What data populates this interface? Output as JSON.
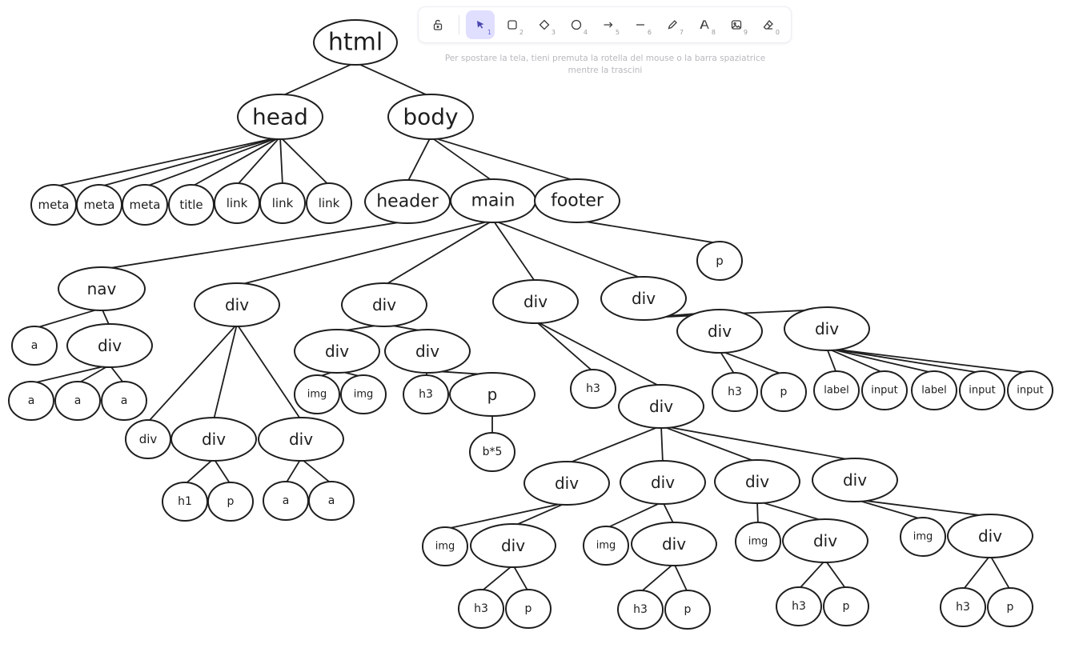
{
  "toolbar": {
    "tools": [
      {
        "id": "lock",
        "icon": "unlock-icon",
        "key": ""
      },
      {
        "id": "selection",
        "icon": "pointer-icon",
        "key": "1",
        "active": true
      },
      {
        "id": "rectangle",
        "icon": "rectangle-icon",
        "key": "2"
      },
      {
        "id": "diamond",
        "icon": "diamond-icon",
        "key": "3"
      },
      {
        "id": "ellipse",
        "icon": "ellipse-icon",
        "key": "4"
      },
      {
        "id": "arrow",
        "icon": "arrow-icon",
        "key": "5"
      },
      {
        "id": "line",
        "icon": "line-icon",
        "key": "6"
      },
      {
        "id": "draw",
        "icon": "pencil-icon",
        "key": "7"
      },
      {
        "id": "text",
        "icon": "text-icon",
        "key": "8"
      },
      {
        "id": "image",
        "icon": "image-icon",
        "key": "9"
      },
      {
        "id": "eraser",
        "icon": "eraser-icon",
        "key": "0"
      }
    ],
    "active_color": "#e0dfff"
  },
  "hint": "Per spostare la tela, tieni premuta la rotella del mouse o la barra spaziatrice mentre la trascini",
  "tree": {
    "nodes": [
      {
        "id": "html",
        "label": "html"
      },
      {
        "id": "head",
        "label": "head"
      },
      {
        "id": "body",
        "label": "body"
      },
      {
        "id": "meta1",
        "label": "meta"
      },
      {
        "id": "meta2",
        "label": "meta"
      },
      {
        "id": "meta3",
        "label": "meta"
      },
      {
        "id": "title",
        "label": "title"
      },
      {
        "id": "link1",
        "label": "link"
      },
      {
        "id": "link2",
        "label": "link"
      },
      {
        "id": "link3",
        "label": "link"
      },
      {
        "id": "header",
        "label": "header"
      },
      {
        "id": "main",
        "label": "main"
      },
      {
        "id": "footer",
        "label": "footer"
      },
      {
        "id": "footer_p",
        "label": "p"
      },
      {
        "id": "nav",
        "label": "nav"
      },
      {
        "id": "nav_a",
        "label": "a"
      },
      {
        "id": "nav_div",
        "label": "div"
      },
      {
        "id": "nav_a1",
        "label": "a"
      },
      {
        "id": "nav_a2",
        "label": "a"
      },
      {
        "id": "nav_a3",
        "label": "a"
      },
      {
        "id": "div1",
        "label": "div"
      },
      {
        "id": "div1_div",
        "label": "div"
      },
      {
        "id": "div1_div2",
        "label": "div"
      },
      {
        "id": "div1_div3",
        "label": "div"
      },
      {
        "id": "h1",
        "label": "h1"
      },
      {
        "id": "div1_p",
        "label": "p"
      },
      {
        "id": "div1_a1",
        "label": "a"
      },
      {
        "id": "div1_a2",
        "label": "a"
      },
      {
        "id": "div2",
        "label": "div"
      },
      {
        "id": "div2_div",
        "label": "div"
      },
      {
        "id": "div2_div2",
        "label": "div"
      },
      {
        "id": "img1",
        "label": "img"
      },
      {
        "id": "img2",
        "label": "img"
      },
      {
        "id": "div2_h3",
        "label": "h3"
      },
      {
        "id": "div2_p",
        "label": "p"
      },
      {
        "id": "b5",
        "label": "b*5"
      },
      {
        "id": "div3",
        "label": "div"
      },
      {
        "id": "div3_h3",
        "label": "h3"
      },
      {
        "id": "div3_div",
        "label": "div"
      },
      {
        "id": "card1",
        "label": "div"
      },
      {
        "id": "card2",
        "label": "div"
      },
      {
        "id": "card3",
        "label": "div"
      },
      {
        "id": "card4",
        "label": "div"
      },
      {
        "id": "card1_img",
        "label": "img"
      },
      {
        "id": "card1_div",
        "label": "div"
      },
      {
        "id": "card1_h3",
        "label": "h3"
      },
      {
        "id": "card1_p",
        "label": "p"
      },
      {
        "id": "card2_img",
        "label": "img"
      },
      {
        "id": "card2_div",
        "label": "div"
      },
      {
        "id": "card2_h3",
        "label": "h3"
      },
      {
        "id": "card2_p",
        "label": "p"
      },
      {
        "id": "card3_img",
        "label": "img"
      },
      {
        "id": "card3_div",
        "label": "div"
      },
      {
        "id": "card3_h3",
        "label": "h3"
      },
      {
        "id": "card3_p",
        "label": "p"
      },
      {
        "id": "card4_img",
        "label": "img"
      },
      {
        "id": "card4_div",
        "label": "div"
      },
      {
        "id": "card4_h3",
        "label": "h3"
      },
      {
        "id": "card4_p",
        "label": "p"
      },
      {
        "id": "div4",
        "label": "div"
      },
      {
        "id": "div4_div",
        "label": "div"
      },
      {
        "id": "div4_div2",
        "label": "div"
      },
      {
        "id": "div4_h3",
        "label": "h3"
      },
      {
        "id": "div4_p",
        "label": "p"
      },
      {
        "id": "label1",
        "label": "label"
      },
      {
        "id": "input1",
        "label": "input"
      },
      {
        "id": "label2",
        "label": "label"
      },
      {
        "id": "input2",
        "label": "input"
      },
      {
        "id": "input3",
        "label": "input"
      }
    ],
    "edges": [
      [
        "html",
        "head"
      ],
      [
        "html",
        "body"
      ],
      [
        "head",
        "meta1"
      ],
      [
        "head",
        "meta2"
      ],
      [
        "head",
        "meta3"
      ],
      [
        "head",
        "title"
      ],
      [
        "head",
        "link1"
      ],
      [
        "head",
        "link2"
      ],
      [
        "head",
        "link3"
      ],
      [
        "body",
        "header"
      ],
      [
        "body",
        "main"
      ],
      [
        "body",
        "footer"
      ],
      [
        "footer",
        "footer_p"
      ],
      [
        "header",
        "nav"
      ],
      [
        "nav",
        "nav_a"
      ],
      [
        "nav",
        "nav_div"
      ],
      [
        "nav_div",
        "nav_a1"
      ],
      [
        "nav_div",
        "nav_a2"
      ],
      [
        "nav_div",
        "nav_a3"
      ],
      [
        "main",
        "div1"
      ],
      [
        "main",
        "div2"
      ],
      [
        "main",
        "div3"
      ],
      [
        "main",
        "div4"
      ],
      [
        "div1",
        "div1_div"
      ],
      [
        "div1",
        "div1_div2"
      ],
      [
        "div1",
        "div1_div3"
      ],
      [
        "div1_div2",
        "h1"
      ],
      [
        "div1_div2",
        "div1_p"
      ],
      [
        "div1_div3",
        "div1_a1"
      ],
      [
        "div1_div3",
        "div1_a2"
      ],
      [
        "div2",
        "div2_div"
      ],
      [
        "div2",
        "div2_div2"
      ],
      [
        "div2_div",
        "img1"
      ],
      [
        "div2_div",
        "img2"
      ],
      [
        "div2_div2",
        "div2_h3"
      ],
      [
        "div2_div2",
        "div2_p"
      ],
      [
        "div2_p",
        "b5"
      ],
      [
        "div3",
        "div3_h3"
      ],
      [
        "div3",
        "div3_div"
      ],
      [
        "div3_div",
        "card1"
      ],
      [
        "div3_div",
        "card2"
      ],
      [
        "div3_div",
        "card3"
      ],
      [
        "div3_div",
        "card4"
      ],
      [
        "card1",
        "card1_img"
      ],
      [
        "card1",
        "card1_div"
      ],
      [
        "card1_div",
        "card1_h3"
      ],
      [
        "card1_div",
        "card1_p"
      ],
      [
        "card2",
        "card2_img"
      ],
      [
        "card2",
        "card2_div"
      ],
      [
        "card2_div",
        "card2_h3"
      ],
      [
        "card2_div",
        "card2_p"
      ],
      [
        "card3",
        "card3_img"
      ],
      [
        "card3",
        "card3_div"
      ],
      [
        "card3_div",
        "card3_h3"
      ],
      [
        "card3_div",
        "card3_p"
      ],
      [
        "card4",
        "card4_img"
      ],
      [
        "card4",
        "card4_div"
      ],
      [
        "card4_div",
        "card4_h3"
      ],
      [
        "card4_div",
        "card4_p"
      ],
      [
        "div4",
        "div4_div"
      ],
      [
        "div4",
        "div4_div2"
      ],
      [
        "div4_div",
        "div4_h3"
      ],
      [
        "div4_div",
        "div4_p"
      ],
      [
        "div4_div2",
        "label1"
      ],
      [
        "div4_div2",
        "input1"
      ],
      [
        "div4_div2",
        "label2"
      ],
      [
        "div4_div2",
        "input2"
      ],
      [
        "div4_div2",
        "input3"
      ]
    ]
  }
}
